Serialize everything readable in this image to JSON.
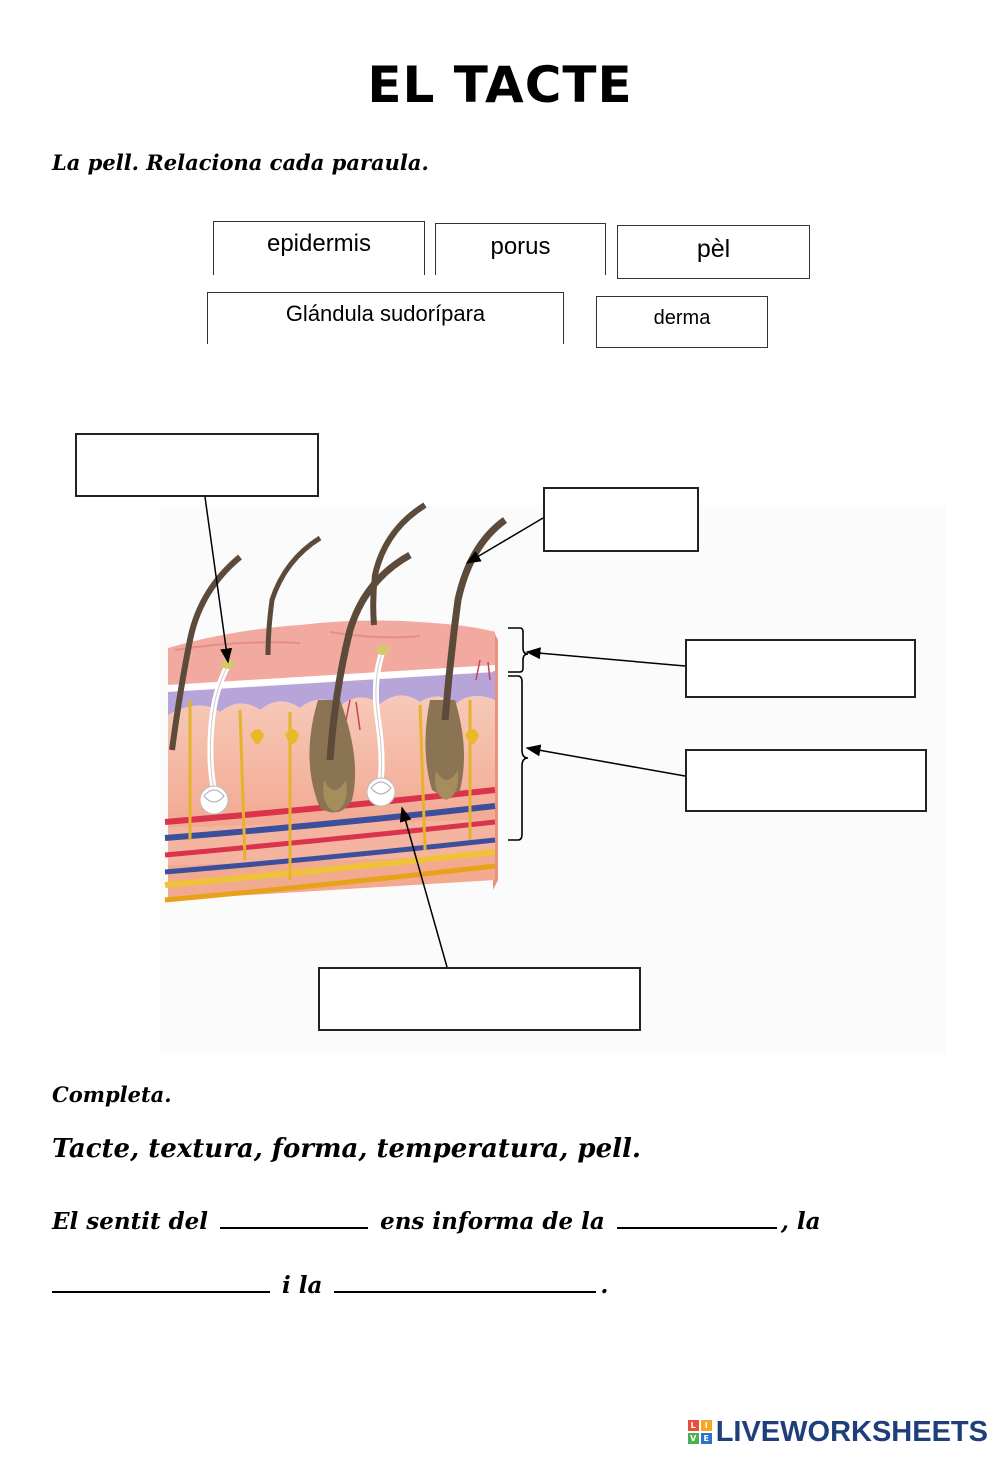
{
  "title": "EL TACTE",
  "instruction_match": "La pell.  Relaciona cada paraula.",
  "word_bank": [
    "epidermis",
    "porus",
    "pèl",
    "Glándula sudorípara",
    "derma"
  ],
  "instruction_complete": "Completa.",
  "word_list": "Tacte, textura, forma, temperatura, pell.",
  "sentence": {
    "part1": "El sentit del",
    "part2": "ens informa de la",
    "part3": ", la",
    "part4": "i la",
    "part5": "."
  },
  "brand": {
    "name": "LIVEWORKSHEETS",
    "logo_letters": [
      "L",
      "I",
      "V",
      "E"
    ],
    "logo_colors": [
      "#e94e3c",
      "#f5a623",
      "#4caf50",
      "#2a73c9"
    ],
    "text_color": "#1f3f7a"
  },
  "colors": {
    "skin_top": "#f3b3a6",
    "skin_body": "#f6c4b0",
    "epidermis_band": "#b9a6d6",
    "hair": "#5c4a3a",
    "artery": "#d9344c",
    "vein": "#3b4f9c",
    "fat": "#f0c23a"
  }
}
